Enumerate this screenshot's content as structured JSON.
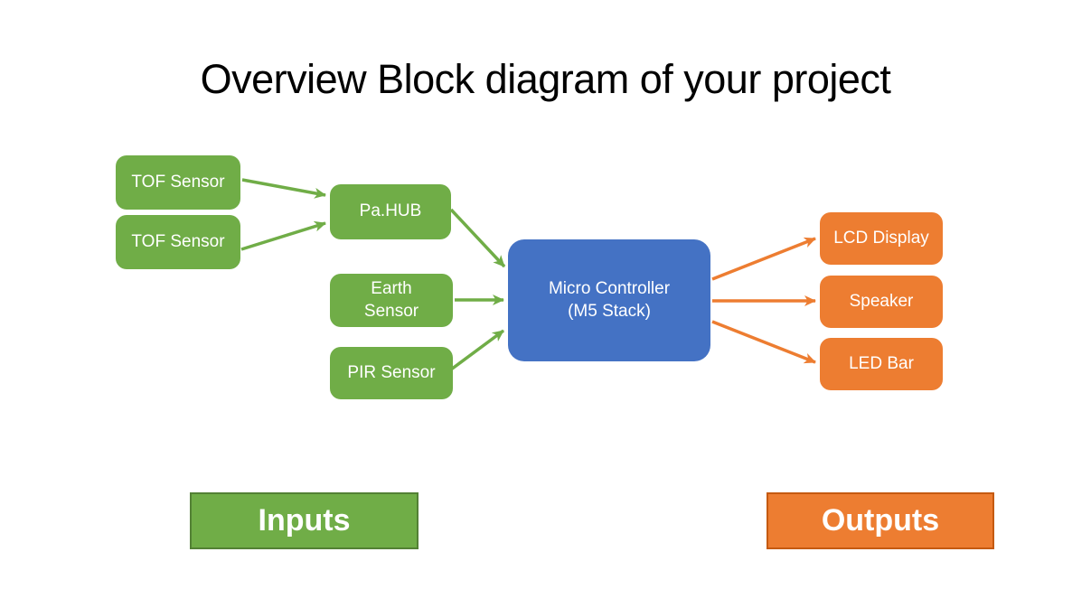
{
  "title": "Overview Block diagram of your project",
  "colors": {
    "green": "#70AD47",
    "green-border": "#538135",
    "blue": "#4472C4",
    "orange": "#ED7D31",
    "orange-border": "#C55A11",
    "text": "#FFFFFF",
    "title-color": "#000000"
  },
  "nodes": {
    "tof1": {
      "label": "TOF Sensor"
    },
    "tof2": {
      "label": "TOF Sensor"
    },
    "pahub": {
      "label": "Pa.HUB"
    },
    "earth": {
      "label": "Earth Sensor"
    },
    "pir": {
      "label": "PIR Sensor"
    },
    "mc": {
      "label": "Micro Controller\n(M5 Stack)"
    },
    "lcd": {
      "label": "LCD Display"
    },
    "speaker": {
      "label": "Speaker"
    },
    "ledbar": {
      "label": "LED Bar"
    }
  },
  "legend": {
    "inputs": "Inputs",
    "outputs": "Outputs"
  },
  "edges": [
    {
      "from": "TOF Sensor (top)",
      "to": "Pa.HUB",
      "color": "green"
    },
    {
      "from": "TOF Sensor (bottom)",
      "to": "Pa.HUB",
      "color": "green"
    },
    {
      "from": "Pa.HUB",
      "to": "Micro Controller (M5 Stack)",
      "color": "green"
    },
    {
      "from": "Earth Sensor",
      "to": "Micro Controller (M5 Stack)",
      "color": "green"
    },
    {
      "from": "PIR Sensor",
      "to": "Micro Controller (M5 Stack)",
      "color": "green"
    },
    {
      "from": "Micro Controller (M5 Stack)",
      "to": "LCD Display",
      "color": "orange"
    },
    {
      "from": "Micro Controller (M5 Stack)",
      "to": "Speaker",
      "color": "orange"
    },
    {
      "from": "Micro Controller (M5 Stack)",
      "to": "LED Bar",
      "color": "orange"
    }
  ]
}
